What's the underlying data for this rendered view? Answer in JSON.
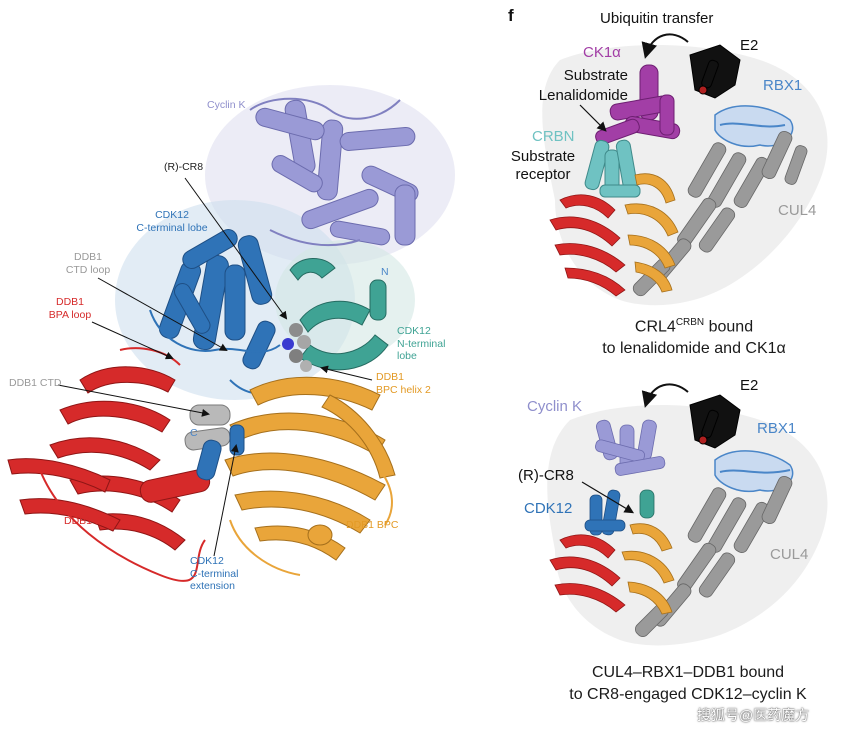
{
  "panel_letter": "f",
  "colors": {
    "cyclin_k": "#8f8fcc",
    "cdk12": "#2f73b7",
    "cdk12_nlobe": "#3fa394",
    "ddb1_bpa": "#d62a2a",
    "ddb1_bpc": "#e9a53a",
    "ddb1_ctd": "#a7a7a7",
    "crbn": "#6fc2c2",
    "ck1a": "#a23ea6",
    "e2": "#151515",
    "rbx1": "#4a86c8",
    "cul4": "#9a9a9a"
  },
  "left_panel": {
    "labels": {
      "cyclin_k": "Cyclin K",
      "r_cr8": "(R)-CR8",
      "cdk12_cterm_lobe_1": "CDK12",
      "cdk12_cterm_lobe_2": "C-terminal lobe",
      "ddb1_ctd_loop_1": "DDB1",
      "ddb1_ctd_loop_2": "CTD loop",
      "ddb1_bpa_loop_1": "DDB1",
      "ddb1_bpa_loop_2": "BPA loop",
      "n_marker": "N",
      "cdk12_nterm_1": "CDK12",
      "cdk12_nterm_2": "N-terminal",
      "cdk12_nterm_3": "lobe",
      "ddb1_bpc_helix2_1": "DDB1",
      "ddb1_bpc_helix2_2": "BPC helix 2",
      "ddb1_ctd": "DDB1 CTD",
      "c_marker": "C",
      "ddb1_bpa": "DDB1 BPA",
      "ddb1_bpc": "DDB1 BPC",
      "cdk12_cext_1": "CDK12",
      "cdk12_cext_2": "C-terminal",
      "cdk12_cext_3": "extension"
    }
  },
  "top_right": {
    "ubiquitin_transfer": "Ubiquitin transfer",
    "e2": "E2",
    "ck1a": "CK1α",
    "substrate": "Substrate",
    "lenalidomide": "Lenalidomide",
    "rbx1": "RBX1",
    "crbn": "CRBN",
    "substrate_receptor_1": "Substrate",
    "substrate_receptor_2": "receptor",
    "cul4": "CUL4",
    "caption_1_pre": "CRL4",
    "caption_1_sup": "CRBN",
    "caption_1_post": " bound",
    "caption_2": "to lenalidomide and CK1α"
  },
  "bottom_right": {
    "cyclin_k": "Cyclin K",
    "e2": "E2",
    "rbx1": "RBX1",
    "r_cr8": "(R)-CR8",
    "cdk12": "CDK12",
    "cul4": "CUL4",
    "caption_1": "CUL4–RBX1–DDB1 bound",
    "caption_2": "to CR8-engaged CDK12–cyclin K"
  },
  "watermark": "搜狐号@医药魔方"
}
